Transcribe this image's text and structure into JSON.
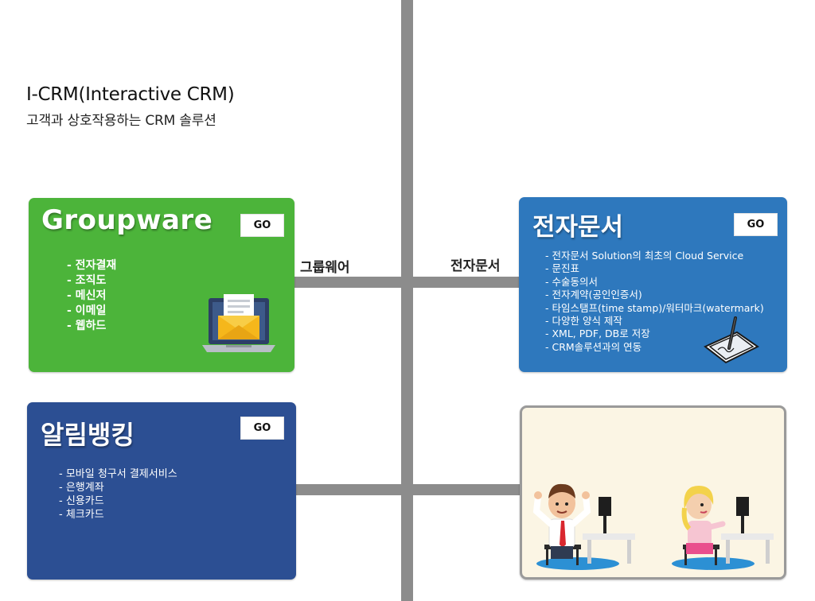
{
  "hero": {
    "title": "I-CRM(Interactive CRM)",
    "subtitle": "고객과 상호작용하는 CRM 솔루션"
  },
  "connectors": {
    "groupware_label": "그룹웨어",
    "edoc_label": "전자문서"
  },
  "groupware": {
    "title": "Groupware",
    "go_label": "GO",
    "items": [
      "- 전자결재",
      "- 조직도",
      "- 메신저",
      "- 이메일",
      "- 웹하드"
    ],
    "color": "#4cb43a",
    "icon": "laptop-mail-icon"
  },
  "edoc": {
    "title": "전자문서",
    "go_label": "GO",
    "items": [
      "- 전자문서 Solution의 최초의 Cloud Service",
      "- 문진표",
      "- 수술동의서",
      "- 전자계약(공인인증서)",
      "- 타임스탬프(time  stamp)/워터마크(watermark)",
      "- 다양한 양식 제작",
      "- XML, PDF, DB로 저장",
      "- CRM솔루션과의 연동"
    ],
    "color": "#2e78bd",
    "icon": "signature-pad-icon"
  },
  "alarm": {
    "title": "알림뱅킹",
    "go_label": "GO",
    "items": [
      "- 모바일 청구서 결제서비스",
      "- 은행계좌",
      "- 신용카드",
      "- 체크카드"
    ],
    "color": "#2c4f93"
  },
  "scene": {
    "icon": "office-workers-illustration",
    "background": "#fbf5e4"
  },
  "colors": {
    "connector": "#8c8c8c"
  }
}
